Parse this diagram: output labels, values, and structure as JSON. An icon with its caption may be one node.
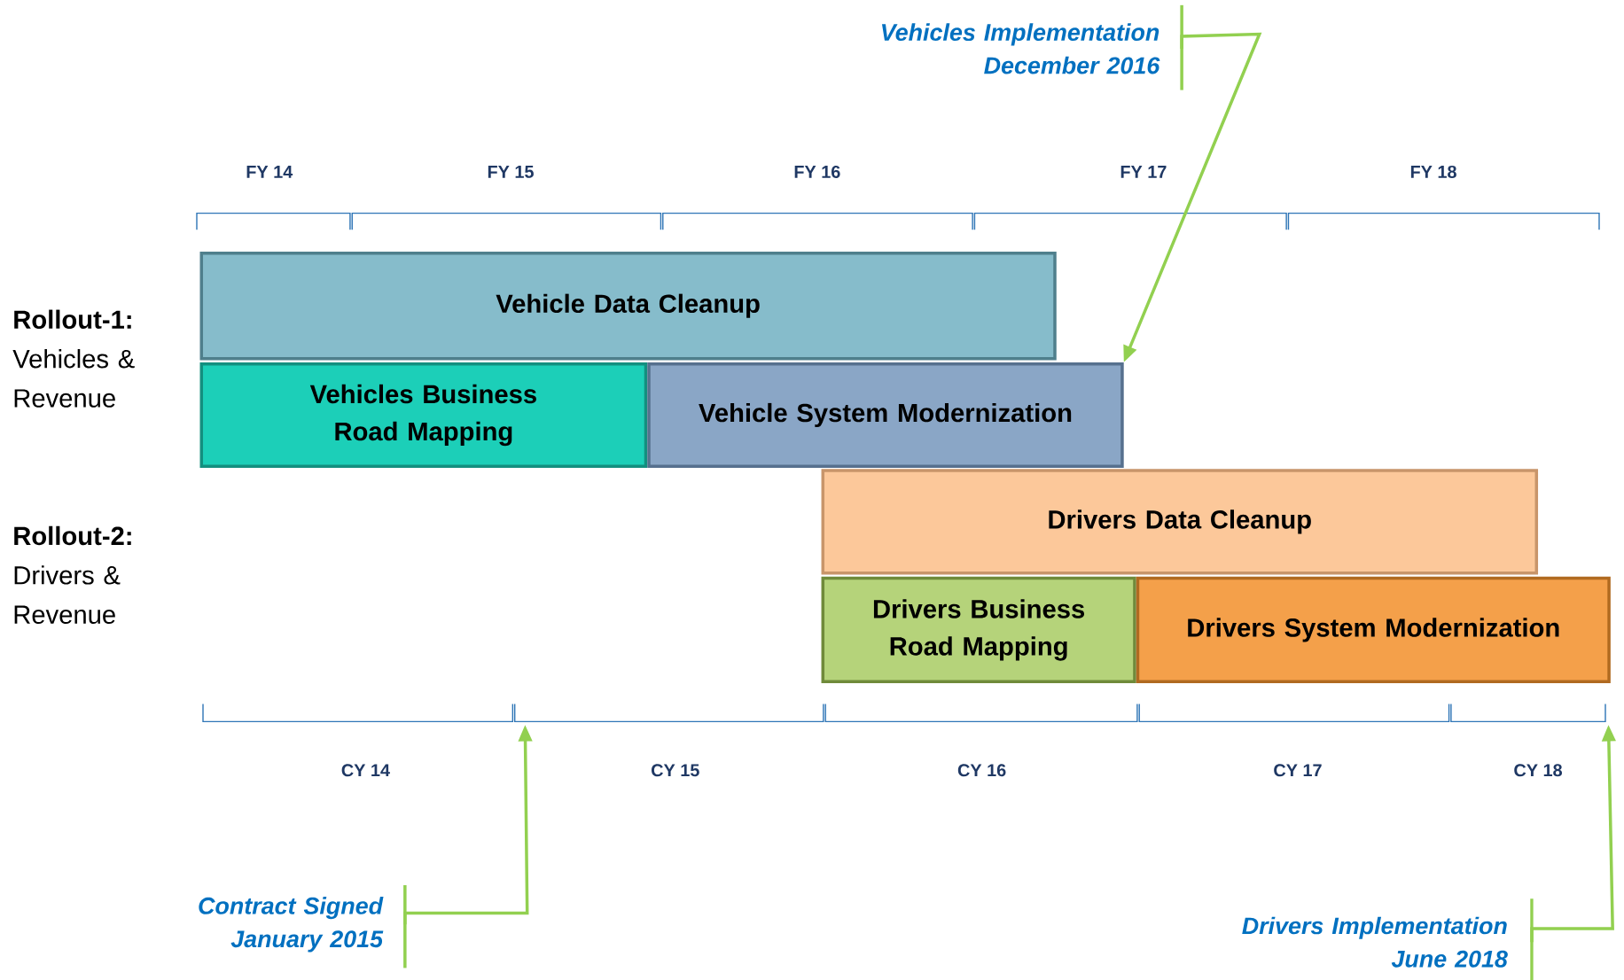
{
  "diagram": {
    "nodes": [
      {
        "text": [
          "Vehicle Data Cleanup"
        ]
      },
      {
        "text": [
          "Vehicles Business Road Mapping"
        ]
      },
      {
        "text": [
          "Vehicle System Modernization"
        ]
      },
      {
        "text": [
          "Drivers Data Cleanup"
        ]
      },
      {
        "text": [
          "Drivers Business Road Mapping"
        ]
      },
      {
        "text": [
          "Drivers System Modernization"
        ]
      },
      {
        "text": [
          "Vehicles Implementation December 2016"
        ]
      },
      {
        "text": [
          "Contract Signed January 2015"
        ]
      },
      {
        "text": [
          "Drivers Implementation June 2018"
        ]
      }
    ],
    "edges": [
      {
        "from": 6,
        "to": 2,
        "arrow": "to"
      },
      {
        "from": 7,
        "to": null,
        "arrow": "to"
      },
      {
        "from": 8,
        "to": null,
        "arrow": "to"
      }
    ],
    "labels": [
      "FY 14",
      "FY 15",
      "FY 16",
      "FY 17",
      "FY 18",
      "Rollout-1:",
      "Vehicles & Revenue",
      "Rollout-2:",
      "Drivers & Revenue",
      "CY 14",
      "CY 15",
      "CY 16",
      "CY 17",
      "CY 18"
    ]
  }
}
